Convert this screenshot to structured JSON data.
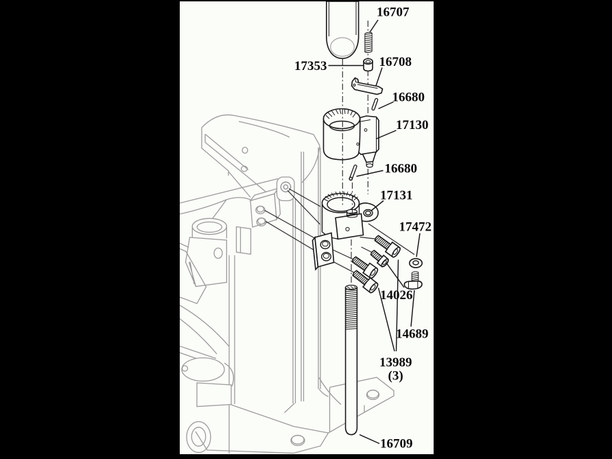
{
  "diagram": {
    "callouts": [
      {
        "part_number": "16707"
      },
      {
        "part_number": "17353"
      },
      {
        "part_number": "16708"
      },
      {
        "part_number": "16680"
      },
      {
        "part_number": "17130"
      },
      {
        "part_number": "16680"
      },
      {
        "part_number": "17131"
      },
      {
        "part_number": "17472"
      },
      {
        "part_number": "14026"
      },
      {
        "part_number": "14689"
      },
      {
        "part_number": "13989",
        "quantity": "(3)"
      },
      {
        "part_number": "16709"
      }
    ]
  },
  "colors": {
    "background": "#000000",
    "paper": "#fbfdf9",
    "part_line": "#1a1a1a",
    "frame_line": "#9c9c9c",
    "label_text": "#0b0b0b"
  }
}
